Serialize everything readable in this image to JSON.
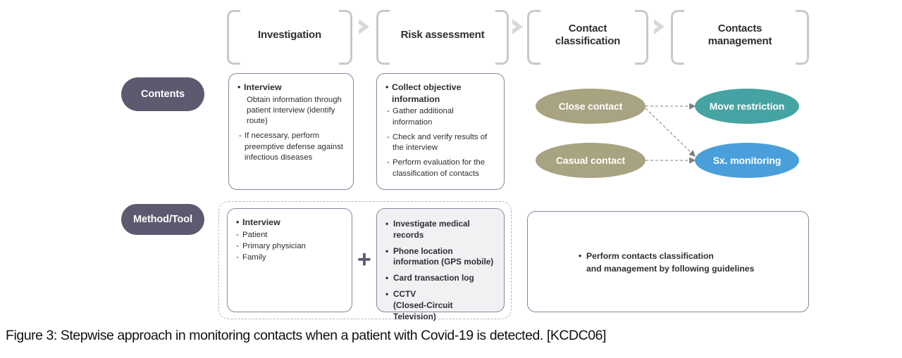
{
  "figure": {
    "caption": "Figure 3: Stepwise approach in monitoring contacts when a patient with Covid-19 is detected. [KCDC06]"
  },
  "colors": {
    "pill": "#5f5970",
    "box_border": "#8b84a0",
    "box_gray_fill": "#f1f1f3",
    "bracket": "#c9c9cd",
    "chevron": "#d8d8dc",
    "dashed_group": "#b9b4c4",
    "plus": "#5f5970",
    "contact_ellipse": "#a8a380",
    "move_restriction_ellipse": "#46a3a3",
    "sx_monitoring_ellipse": "#4a9fda",
    "arrow": "#8a8a8a"
  },
  "phases": [
    {
      "label": "Investigation"
    },
    {
      "label": "Risk assessment"
    },
    {
      "label": "Contact\nclassification"
    },
    {
      "label": "Contacts\nmanagement"
    }
  ],
  "rows": [
    {
      "label": "Contents"
    },
    {
      "label": "Method/Tool"
    }
  ],
  "contents_row": {
    "investigation": {
      "heading": "Interview",
      "sub": "Obtain information through patient interview (identify route)",
      "dash": "If necessary, perform preemptive defense against infectious diseases"
    },
    "risk_assessment": {
      "heading": "Collect objective information",
      "items": [
        "Gather additional information",
        "Check and verify results of the interview",
        "Perform evaluation for the classification of contacts"
      ]
    },
    "classification": {
      "close_contact": "Close contact",
      "casual_contact": "Casual contact",
      "move_restriction": "Move restriction",
      "sx_monitoring": "Sx. monitoring"
    }
  },
  "method_row": {
    "investigation": {
      "heading": "Interview",
      "items": [
        "Patient",
        "Primary physician",
        "Family"
      ]
    },
    "plus_symbol": "+",
    "risk_assessment": {
      "items": [
        "Investigate medical records",
        "Phone location information (GPS mobile)",
        "Card transaction log",
        "CCTV\n(Closed-Circuit Television)"
      ]
    },
    "management": {
      "text": "Perform contacts classification\nand management by following guidelines"
    }
  }
}
